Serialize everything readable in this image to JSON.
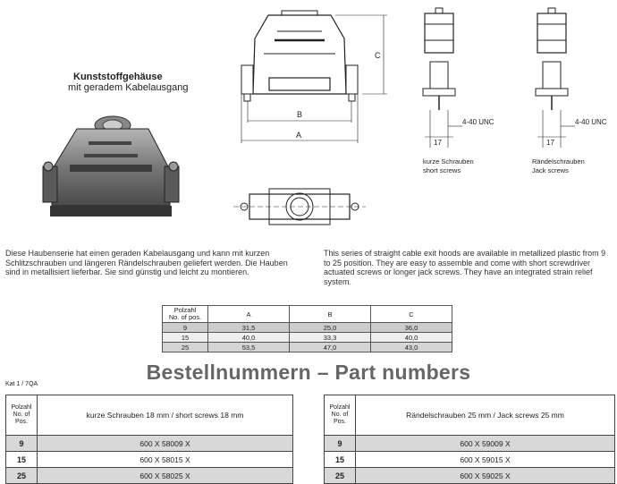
{
  "product": {
    "title": "Kunststoffgehäuse",
    "subtitle": "mit geradem Kabelausgang"
  },
  "drawing": {
    "dim_a": "A",
    "dim_b": "B",
    "dim_c": "C",
    "thread_left": "4-40 UNC",
    "thread_right": "4-40 UNC",
    "width_left": "17",
    "width_right": "17",
    "caption_short_de": "kurze Schrauben",
    "caption_short_en": "short screws",
    "caption_jack_de": "Rändelschrauben",
    "caption_jack_en": "Jack screws"
  },
  "description": {
    "de": "Diese Haubenserie hat einen geraden Kabelausgang und kann mit kurzen Schlitzschrauben und längeren Rändelschrauben geliefert werden. Die Hauben sind in metallisiert lieferbar. Sie sind günstig und leicht zu montieren.",
    "en": "This series of straight cable exit hoods are available in metallized plastic from 9 to 25 position. They are easy to assemble and come with short screwdriver actuated screws or longer jack screws. They have an integrated strain relief system."
  },
  "dimensions_table": {
    "header_pos_1": "Polzahl",
    "header_pos_2": "No. of pos.",
    "col_a": "A",
    "col_b": "B",
    "col_c": "C",
    "rows": [
      {
        "pos": "9",
        "a": "31,5",
        "b": "25,0",
        "c": "36,0"
      },
      {
        "pos": "15",
        "a": "40,0",
        "b": "33,3",
        "c": "40,0"
      },
      {
        "pos": "25",
        "a": "53,5",
        "b": "47,0",
        "c": "43,0"
      }
    ]
  },
  "catalog_ref": "Kat 1 / 7QA",
  "heading": "Bestellnummern  –  Part numbers",
  "short_table": {
    "header_pos_1": "Polzahl",
    "header_pos_2": "No. of",
    "header_pos_3": "Pos.",
    "header": "kurze Schrauben 18 mm / short screws 18 mm",
    "rows": [
      {
        "pos": "9",
        "part": "600 X 58009 X"
      },
      {
        "pos": "15",
        "part": "600 X 58015 X"
      },
      {
        "pos": "25",
        "part": "600 X 58025 X"
      }
    ]
  },
  "jack_table": {
    "header_pos_1": "Polzahl",
    "header_pos_2": "No. of",
    "header_pos_3": "Pos.",
    "header": "Rändelschrauben 25 mm / Jack screws 25 mm",
    "rows": [
      {
        "pos": "9",
        "part": "600 X 59009 X"
      },
      {
        "pos": "15",
        "part": "600 X 59015 X"
      },
      {
        "pos": "25",
        "part": "600 X 59025 X"
      }
    ]
  }
}
